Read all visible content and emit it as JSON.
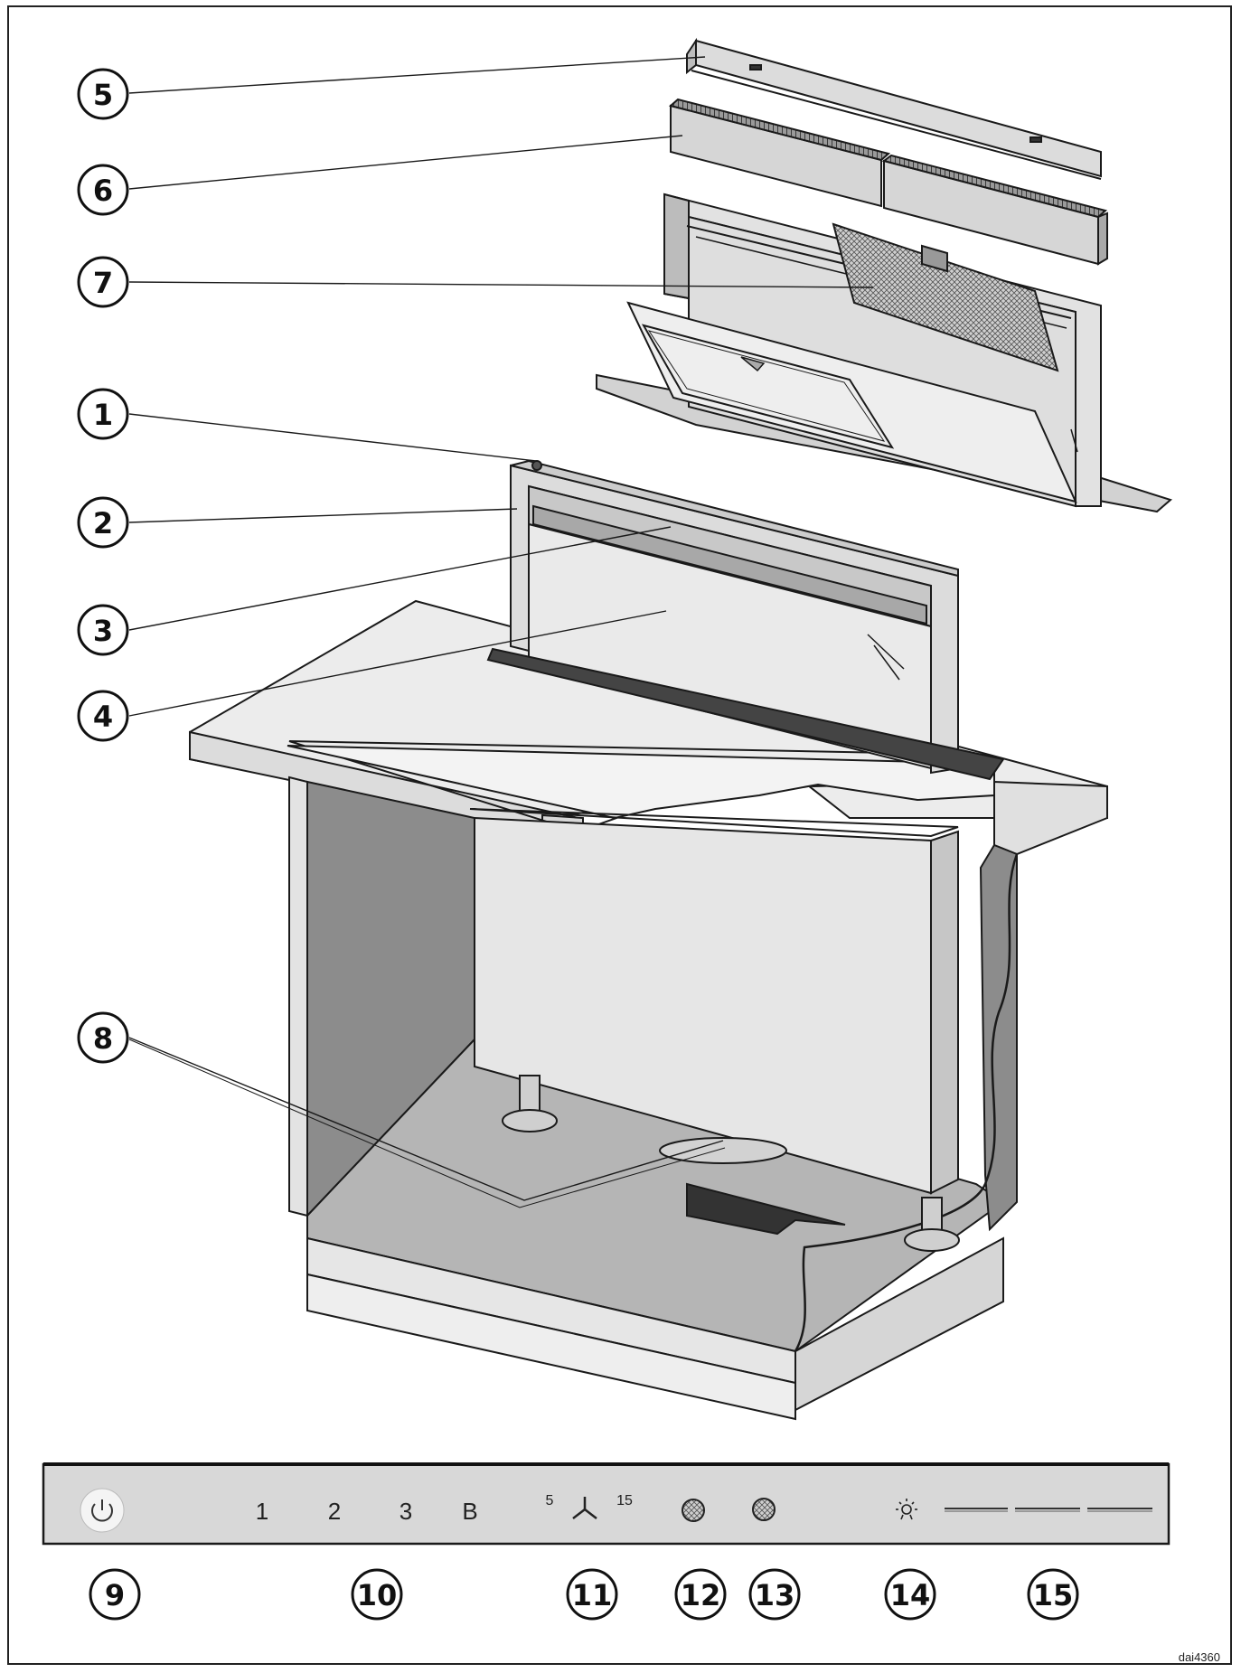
{
  "figure_ref": "dai4360",
  "callouts": {
    "c1": "1",
    "c2": "2",
    "c3": "3",
    "c4": "4",
    "c5": "5",
    "c6": "6",
    "c7": "7",
    "c8": "8",
    "c9": "9",
    "c10": "10",
    "c11": "11",
    "c12": "12",
    "c13": "13",
    "c14": "14",
    "c15": "15"
  },
  "control_panel": {
    "power_icon": "power-icon",
    "fan_levels": [
      "1",
      "2",
      "3",
      "B"
    ],
    "timer_min": "5",
    "timer_max": "15",
    "timer_icon": "fan-icon",
    "filter_icons": [
      "grease-filter-icon",
      "odour-filter-icon"
    ],
    "light_icon": "light-icon"
  },
  "colors": {
    "line": "#1a1a1a",
    "panel_fill": "#d8d8d8",
    "cabinet_shadow": "#8c8c8c",
    "floor": "#b5b5b5",
    "glass": "#e6e6e6"
  }
}
